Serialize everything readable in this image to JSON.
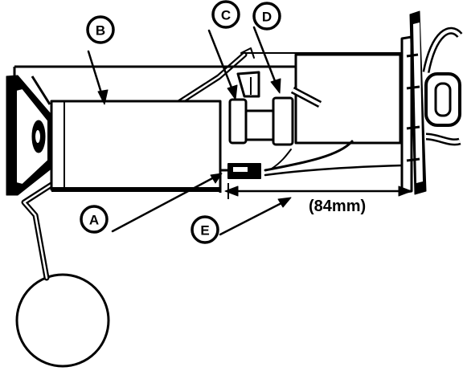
{
  "diagram": {
    "callouts": {
      "A": "A",
      "B": "B",
      "C": "C",
      "D": "D",
      "E": "E"
    },
    "dimension_label": "(84mm)"
  },
  "colors": {
    "ink": "#000000",
    "paper": "#ffffff"
  }
}
